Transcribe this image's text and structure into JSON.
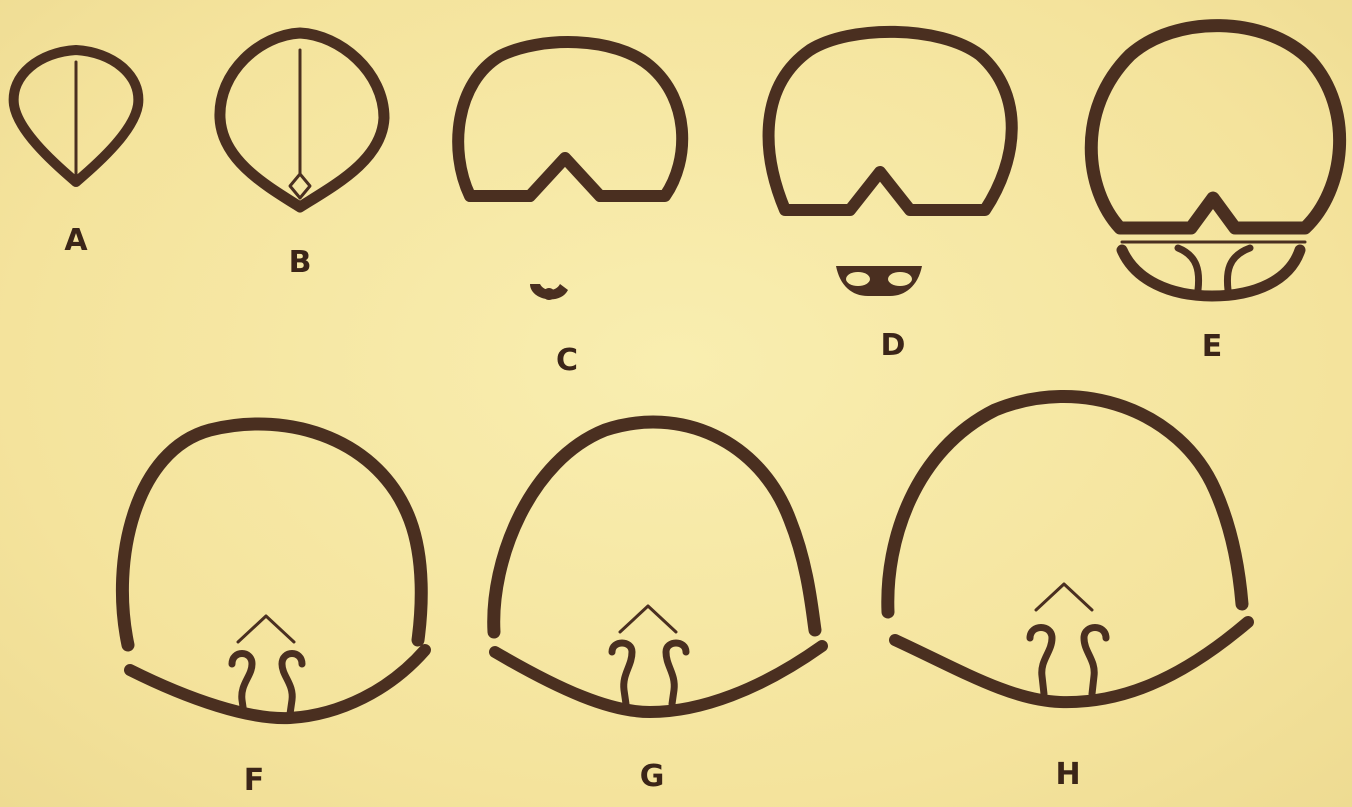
{
  "figure": {
    "panels": [
      {
        "id": "A",
        "label": "A"
      },
      {
        "id": "B",
        "label": "B"
      },
      {
        "id": "C",
        "label": "C"
      },
      {
        "id": "D",
        "label": "D"
      },
      {
        "id": "E",
        "label": "E"
      },
      {
        "id": "F",
        "label": "F"
      },
      {
        "id": "G",
        "label": "G"
      },
      {
        "id": "H",
        "label": "H"
      }
    ],
    "colors": {
      "ink": "#4a2f20",
      "paper": "#f6e9a6"
    }
  }
}
